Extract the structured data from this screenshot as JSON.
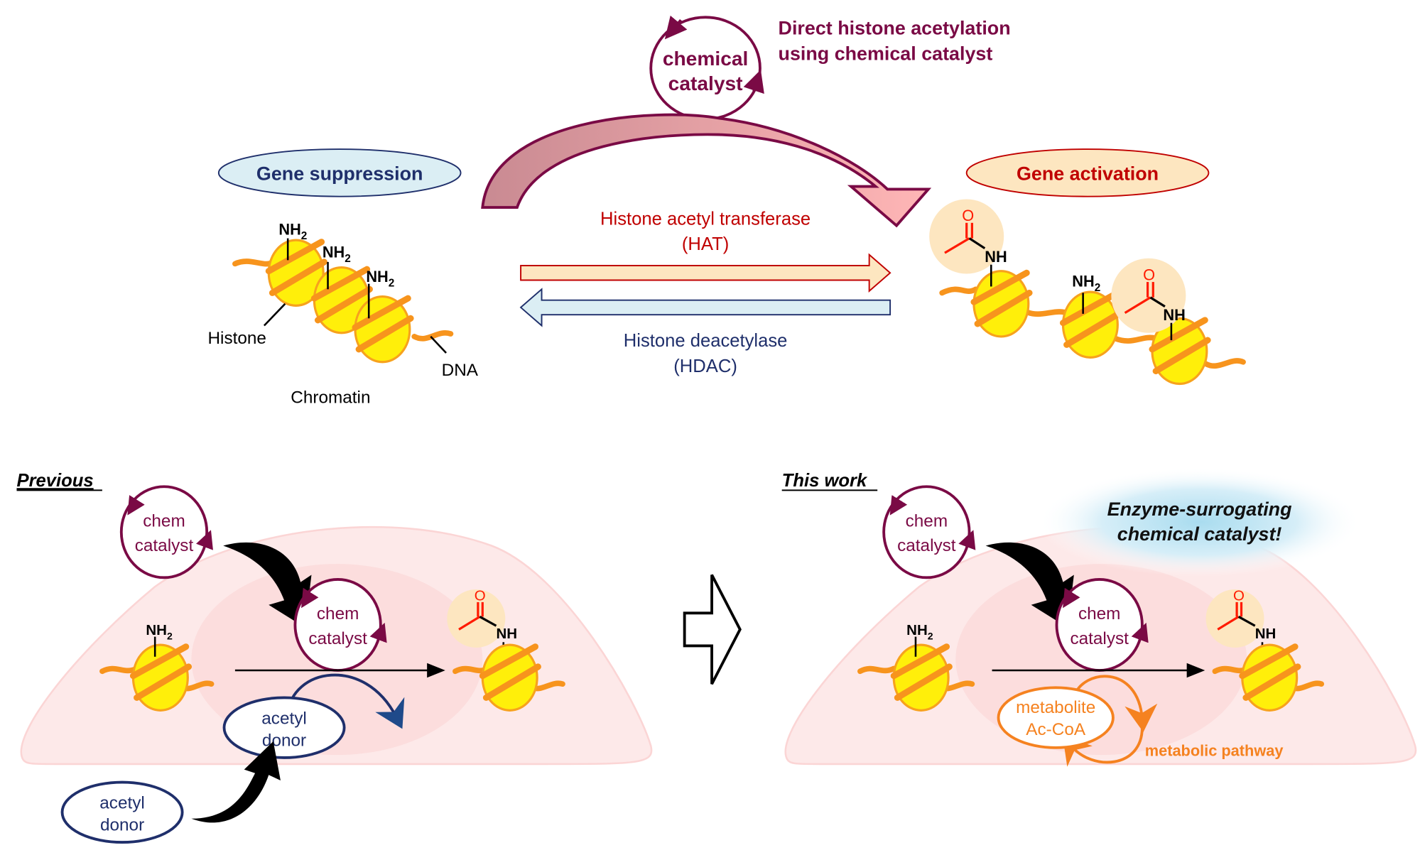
{
  "top": {
    "catalyst_label_line1": "chemical",
    "catalyst_label_line2": "catalyst",
    "direct_title_line1": "Direct histone acetylation",
    "direct_title_line2": "using chemical catalyst",
    "gene_suppression": "Gene suppression",
    "gene_activation": "Gene activation",
    "hat_line1": "Histone acetyl transferase",
    "hat_line2": "(HAT)",
    "hdac_line1": "Histone deacetylase",
    "hdac_line2": "(HDAC)",
    "histone_label": "Histone",
    "dna_label": "DNA",
    "chromatin_label": "Chromatin",
    "nh2": "NH",
    "nh2_sub": "2",
    "nh": "NH",
    "o": "O"
  },
  "previous": {
    "heading": "Previous",
    "catalyst_outside_line1": "chem",
    "catalyst_outside_line2": "catalyst",
    "catalyst_inside_line1": "chem",
    "catalyst_inside_line2": "catalyst",
    "donor_inside_line1": "acetyl",
    "donor_inside_line2": "donor",
    "donor_outside_line1": "acetyl",
    "donor_outside_line2": "donor"
  },
  "this_work": {
    "heading": "This work",
    "callout_line1": "Enzyme-surrogating",
    "callout_line2": "chemical catalyst!",
    "catalyst_outside_line1": "chem",
    "catalyst_outside_line2": "catalyst",
    "catalyst_inside_line1": "chem",
    "catalyst_inside_line2": "catalyst",
    "metabolite_line1": "metabolite",
    "metabolite_line2": "Ac-CoA",
    "pathway_label": "metabolic pathway"
  },
  "colors": {
    "catalyst": "#7a0a45",
    "hat": "#c00000",
    "hdac": "#1f2f6b",
    "histone_fill": "#ffef0a",
    "dna": "#f7941d",
    "acetyl_highlight": "#fde6c0",
    "metabolite": "#f58220",
    "cell": "#fde3e3"
  }
}
